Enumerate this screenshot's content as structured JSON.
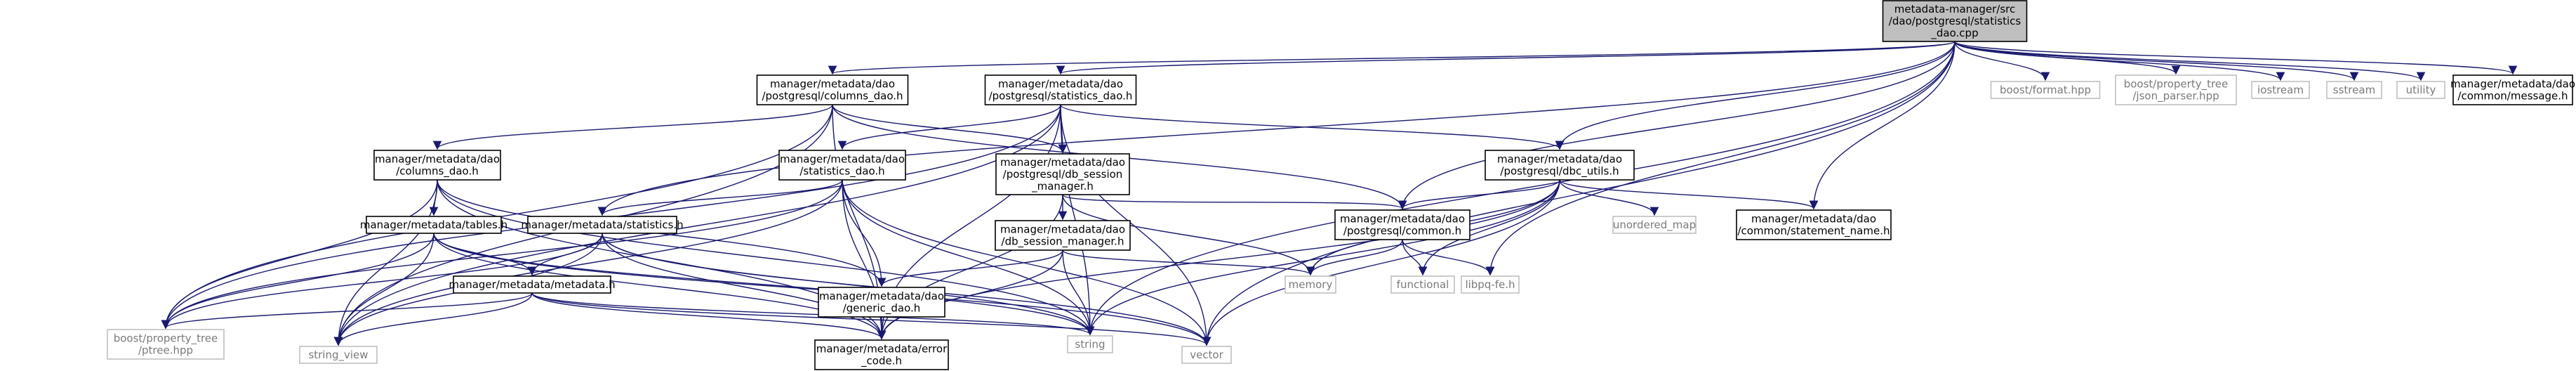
{
  "graph": {
    "nodes": [
      {
        "id": "src",
        "kind": "main",
        "lines": [
          "metadata-manager/src",
          "/dao/postgresql/statistics",
          "_dao.cpp"
        ]
      },
      {
        "id": "pg_columns_dao",
        "kind": "local",
        "lines": [
          "manager/metadata/dao",
          "/postgresql/columns_dao.h"
        ]
      },
      {
        "id": "pg_statistics_dao",
        "kind": "local",
        "lines": [
          "manager/metadata/dao",
          "/postgresql/statistics_dao.h"
        ]
      },
      {
        "id": "boost_format",
        "kind": "system",
        "lines": [
          "boost/format.hpp"
        ]
      },
      {
        "id": "boost_json",
        "kind": "system",
        "lines": [
          "boost/property_tree",
          "/json_parser.hpp"
        ]
      },
      {
        "id": "iostream",
        "kind": "system",
        "lines": [
          "iostream"
        ]
      },
      {
        "id": "sstream",
        "kind": "system",
        "lines": [
          "sstream"
        ]
      },
      {
        "id": "utility",
        "kind": "system",
        "lines": [
          "utility"
        ]
      },
      {
        "id": "message_h",
        "kind": "local",
        "lines": [
          "manager/metadata/dao",
          "/common/message.h"
        ]
      },
      {
        "id": "columns_dao",
        "kind": "local",
        "lines": [
          "manager/metadata/dao",
          "/columns_dao.h"
        ]
      },
      {
        "id": "statistics_dao",
        "kind": "local",
        "lines": [
          "manager/metadata/dao",
          "/statistics_dao.h"
        ]
      },
      {
        "id": "pg_db_session",
        "kind": "local",
        "lines": [
          "manager/metadata/dao",
          "/postgresql/db_session",
          "_manager.h"
        ]
      },
      {
        "id": "pg_dbc_utils",
        "kind": "local",
        "lines": [
          "manager/metadata/dao",
          "/postgresql/dbc_utils.h"
        ]
      },
      {
        "id": "tables_h",
        "kind": "local",
        "lines": [
          "manager/metadata/tables.h"
        ]
      },
      {
        "id": "statistics_h",
        "kind": "local",
        "lines": [
          "manager/metadata/statistics.h"
        ]
      },
      {
        "id": "db_session",
        "kind": "local",
        "lines": [
          "manager/metadata/dao",
          "/db_session_manager.h"
        ]
      },
      {
        "id": "pg_common",
        "kind": "local",
        "lines": [
          "manager/metadata/dao",
          "/postgresql/common.h"
        ]
      },
      {
        "id": "unordered_map",
        "kind": "system",
        "lines": [
          "unordered_map"
        ]
      },
      {
        "id": "statement_name",
        "kind": "local",
        "lines": [
          "manager/metadata/dao",
          "/common/statement_name.h"
        ]
      },
      {
        "id": "metadata_h",
        "kind": "local",
        "lines": [
          "manager/metadata/metadata.h"
        ]
      },
      {
        "id": "generic_dao",
        "kind": "local",
        "lines": [
          "manager/metadata/dao",
          "/generic_dao.h"
        ]
      },
      {
        "id": "memory",
        "kind": "system",
        "lines": [
          "memory"
        ]
      },
      {
        "id": "functional",
        "kind": "system",
        "lines": [
          "functional"
        ]
      },
      {
        "id": "libpq",
        "kind": "system",
        "lines": [
          "libpq-fe.h"
        ]
      },
      {
        "id": "ptree",
        "kind": "system",
        "lines": [
          "boost/property_tree",
          "/ptree.hpp"
        ]
      },
      {
        "id": "string_view",
        "kind": "system",
        "lines": [
          "string_view"
        ]
      },
      {
        "id": "error_code",
        "kind": "local",
        "lines": [
          "manager/metadata/error",
          "_code.h"
        ]
      },
      {
        "id": "string",
        "kind": "system",
        "lines": [
          "string"
        ]
      },
      {
        "id": "vector",
        "kind": "system",
        "lines": [
          "vector"
        ]
      }
    ],
    "edges": [
      [
        "src",
        "pg_columns_dao"
      ],
      [
        "src",
        "pg_statistics_dao"
      ],
      [
        "src",
        "boost_format"
      ],
      [
        "src",
        "boost_json"
      ],
      [
        "src",
        "iostream"
      ],
      [
        "src",
        "sstream"
      ],
      [
        "src",
        "utility"
      ],
      [
        "src",
        "message_h"
      ],
      [
        "src",
        "pg_dbc_utils"
      ],
      [
        "src",
        "statistics_h"
      ],
      [
        "src",
        "pg_common"
      ],
      [
        "src",
        "statement_name"
      ],
      [
        "src",
        "libpq"
      ],
      [
        "src",
        "string"
      ],
      [
        "src",
        "vector"
      ],
      [
        "pg_columns_dao",
        "columns_dao"
      ],
      [
        "pg_columns_dao",
        "pg_db_session"
      ],
      [
        "pg_columns_dao",
        "pg_common"
      ],
      [
        "pg_columns_dao",
        "ptree"
      ],
      [
        "pg_columns_dao",
        "error_code"
      ],
      [
        "pg_columns_dao",
        "string_view"
      ],
      [
        "pg_statistics_dao",
        "statistics_dao"
      ],
      [
        "pg_statistics_dao",
        "pg_db_session"
      ],
      [
        "pg_statistics_dao",
        "pg_dbc_utils"
      ],
      [
        "pg_statistics_dao",
        "ptree"
      ],
      [
        "pg_statistics_dao",
        "string_view"
      ],
      [
        "pg_statistics_dao",
        "error_code"
      ],
      [
        "pg_statistics_dao",
        "string"
      ],
      [
        "pg_statistics_dao",
        "vector"
      ],
      [
        "columns_dao",
        "tables_h"
      ],
      [
        "columns_dao",
        "generic_dao"
      ],
      [
        "columns_dao",
        "ptree"
      ],
      [
        "columns_dao",
        "string_view"
      ],
      [
        "columns_dao",
        "error_code"
      ],
      [
        "columns_dao",
        "string"
      ],
      [
        "statistics_dao",
        "statistics_h"
      ],
      [
        "statistics_dao",
        "generic_dao"
      ],
      [
        "statistics_dao",
        "ptree"
      ],
      [
        "statistics_dao",
        "string_view"
      ],
      [
        "statistics_dao",
        "error_code"
      ],
      [
        "statistics_dao",
        "string"
      ],
      [
        "statistics_dao",
        "vector"
      ],
      [
        "pg_db_session",
        "db_session"
      ],
      [
        "pg_db_session",
        "pg_common"
      ],
      [
        "pg_db_session",
        "memory"
      ],
      [
        "pg_db_session",
        "error_code"
      ],
      [
        "db_session",
        "generic_dao"
      ],
      [
        "db_session",
        "memory"
      ],
      [
        "db_session",
        "string"
      ],
      [
        "db_session",
        "error_code"
      ],
      [
        "pg_dbc_utils",
        "pg_common"
      ],
      [
        "pg_dbc_utils",
        "statement_name"
      ],
      [
        "pg_dbc_utils",
        "unordered_map"
      ],
      [
        "pg_dbc_utils",
        "functional"
      ],
      [
        "pg_dbc_utils",
        "memory"
      ],
      [
        "pg_dbc_utils",
        "string"
      ],
      [
        "pg_dbc_utils",
        "vector"
      ],
      [
        "pg_dbc_utils",
        "error_code"
      ],
      [
        "pg_common",
        "memory"
      ],
      [
        "pg_common",
        "functional"
      ],
      [
        "pg_common",
        "libpq"
      ],
      [
        "tables_h",
        "metadata_h"
      ],
      [
        "tables_h",
        "ptree"
      ],
      [
        "tables_h",
        "string_view"
      ],
      [
        "tables_h",
        "error_code"
      ],
      [
        "tables_h",
        "string"
      ],
      [
        "tables_h",
        "vector"
      ],
      [
        "statistics_h",
        "metadata_h"
      ],
      [
        "statistics_h",
        "ptree"
      ],
      [
        "statistics_h",
        "string_view"
      ],
      [
        "statistics_h",
        "error_code"
      ],
      [
        "statistics_h",
        "string"
      ],
      [
        "statistics_h",
        "vector"
      ],
      [
        "metadata_h",
        "ptree"
      ],
      [
        "metadata_h",
        "string_view"
      ],
      [
        "metadata_h",
        "error_code"
      ],
      [
        "metadata_h",
        "string"
      ],
      [
        "metadata_h",
        "vector"
      ],
      [
        "generic_dao",
        "error_code"
      ]
    ]
  }
}
